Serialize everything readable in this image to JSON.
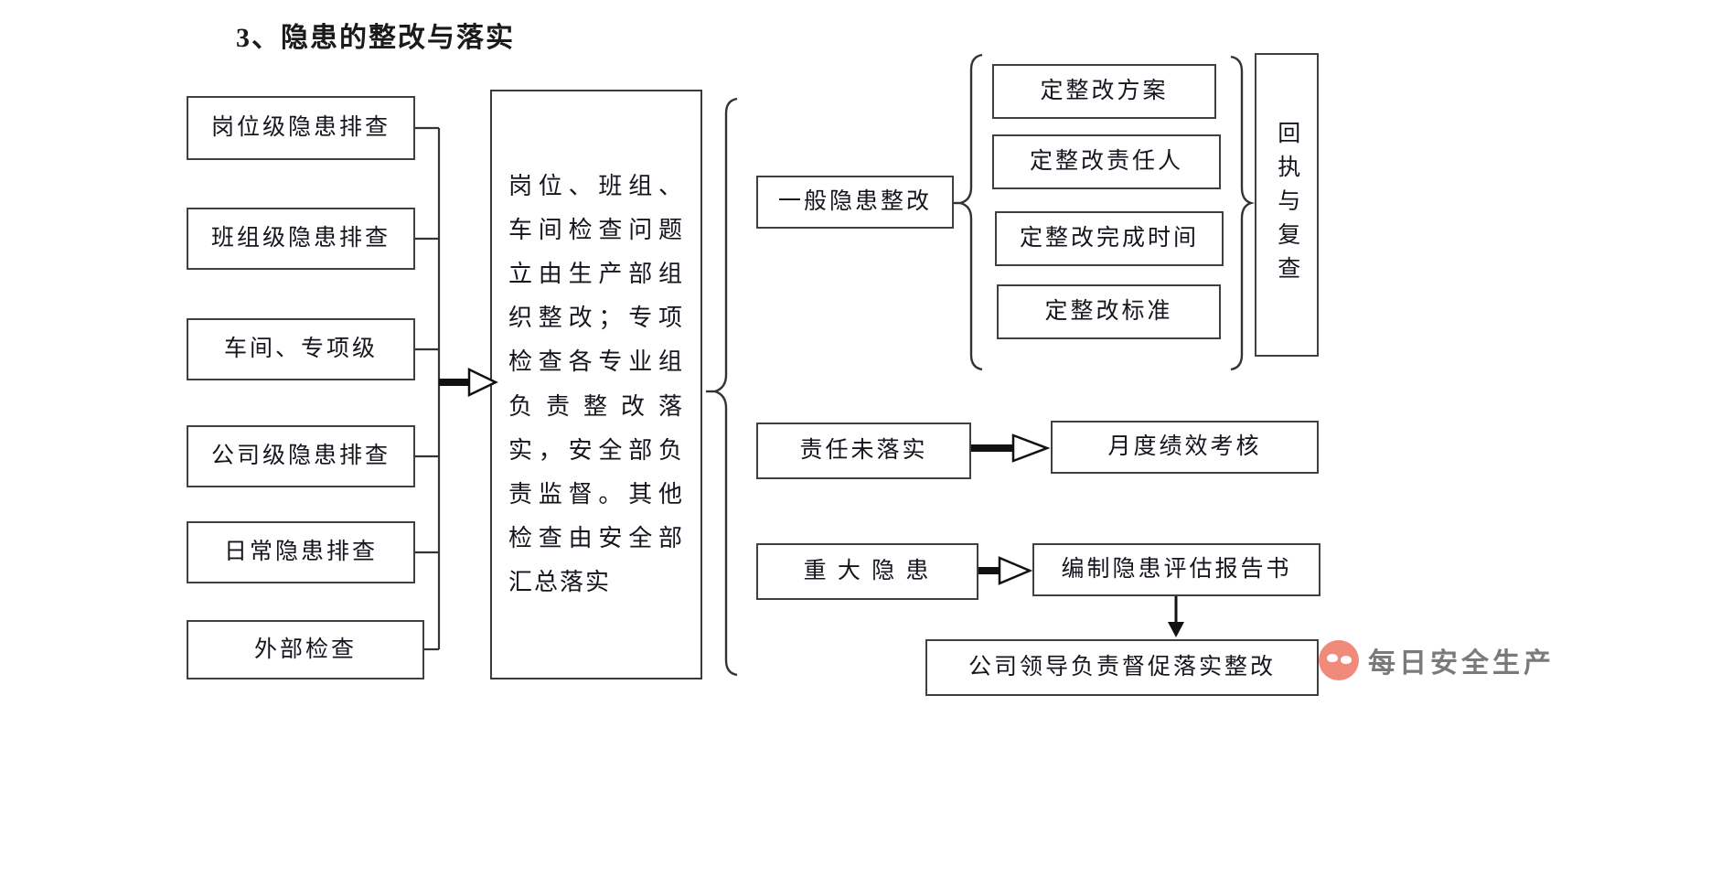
{
  "title": "3、隐患的整改与落实",
  "left_column": {
    "items": [
      {
        "label": "岗位级隐患排查"
      },
      {
        "label": "班组级隐患排查"
      },
      {
        "label": "车间、专项级"
      },
      {
        "label": "公司级隐患排查"
      },
      {
        "label": "日常隐患排查"
      },
      {
        "label": "外部检查"
      }
    ]
  },
  "center": {
    "text": "岗位、班组、车间检查问题立由生产部组织整改；专项检查各专业组负责整改落实，安全部负责监督。其他检查由安全部汇总落实"
  },
  "right": {
    "general_rectify": "一般隐患整改",
    "rectify_items": [
      {
        "label": "定整改方案"
      },
      {
        "label": "定整改责任人"
      },
      {
        "label": "定整改完成时间"
      },
      {
        "label": "定整改标准"
      }
    ],
    "receipt_review": "回执与复查",
    "responsibility_unfulfilled": "责任未落实",
    "monthly_assessment": "月度绩效考核",
    "major_hazard": "重 大 隐 患",
    "assessment_report": "编制隐患评估报告书",
    "leader_implementation": "公司领导负责督促落实整改"
  },
  "watermark": {
    "text": "每日安全生产",
    "logo": "wechat-official-account-logo",
    "accent": "#e8452c"
  }
}
